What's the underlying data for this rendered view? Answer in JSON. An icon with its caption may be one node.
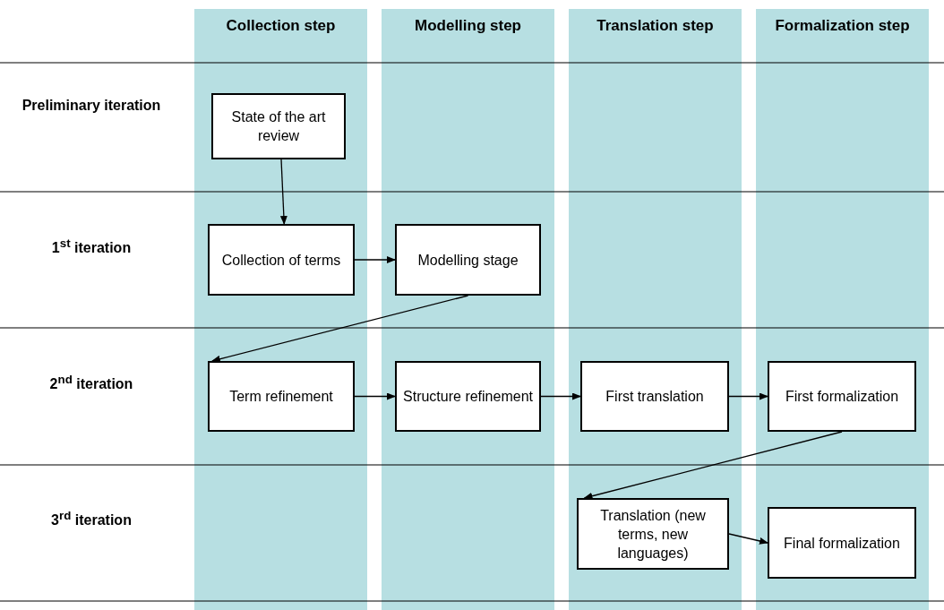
{
  "diagram": {
    "nodes": [
      {
        "text": [
          "Collection step"
        ]
      },
      {
        "text": [
          "Modelling step"
        ]
      },
      {
        "text": [
          "Translation step"
        ]
      },
      {
        "text": [
          "Formalization step"
        ]
      },
      {
        "text": [
          "State of the art review"
        ],
        "in": 0
      },
      {
        "text": [
          "Collection of terms"
        ],
        "in": 0
      },
      {
        "text": [
          "Modelling stage"
        ],
        "in": 1
      },
      {
        "text": [
          "Term refinement"
        ],
        "in": 0
      },
      {
        "text": [
          "Structure refinement"
        ],
        "in": 1
      },
      {
        "text": [
          "First translation"
        ],
        "in": 2
      },
      {
        "text": [
          "First formalization"
        ],
        "in": 3
      },
      {
        "text": [
          "Translation (new terms, new languages)"
        ],
        "in": 2
      },
      {
        "text": [
          "Final formalization"
        ],
        "in": 3
      }
    ],
    "edges": [
      {
        "from": 4,
        "to": 5,
        "arrow": "to"
      },
      {
        "from": 5,
        "to": 6,
        "arrow": "to"
      },
      {
        "from": 6,
        "to": 7,
        "arrow": "to"
      },
      {
        "from": 7,
        "to": 8,
        "arrow": "to"
      },
      {
        "from": 8,
        "to": 9,
        "arrow": "to"
      },
      {
        "from": 9,
        "to": 10,
        "arrow": "to"
      },
      {
        "from": 10,
        "to": 11,
        "arrow": "to"
      },
      {
        "from": 11,
        "to": 12,
        "arrow": "to"
      }
    ],
    "labels": [
      "Preliminary iteration",
      "1$^{st}$ iteration",
      "2$^{nd}$ iteration",
      "3$^{rd}$ iteration"
    ]
  }
}
